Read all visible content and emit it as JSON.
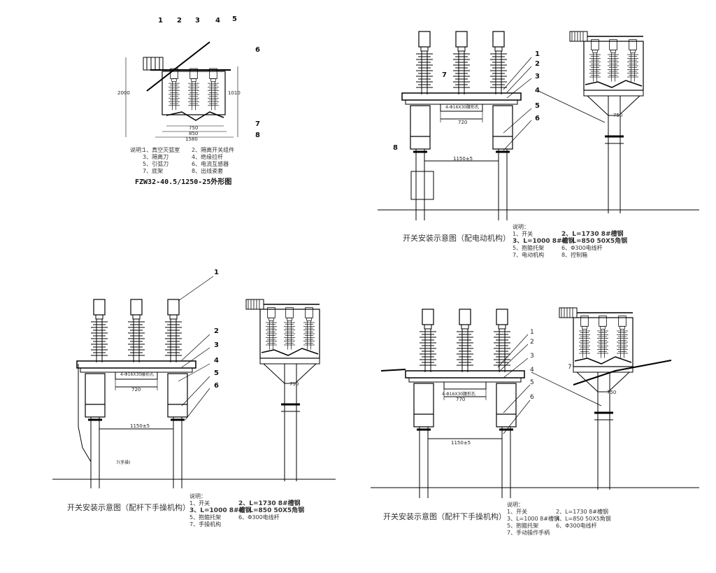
{
  "top_left": {
    "part_numbers": [
      "1",
      "2",
      "3",
      "4",
      "5",
      "6",
      "7",
      "8"
    ],
    "dims": [
      "750",
      "850",
      "1580",
      "1010",
      "2000"
    ],
    "legend_head": "说明：",
    "legend": [
      [
        "1、真空灭弧室",
        "2、隔离开关组件"
      ],
      [
        "3、隔离刀",
        "4、绝缘拉杆"
      ],
      [
        "5、引弧刀",
        "6、电流互感器"
      ],
      [
        "7、底架",
        "8、出线瓷套"
      ]
    ],
    "model": "FZW32-40.5/1250-25外形图"
  },
  "top_right": {
    "part_numbers": [
      "1",
      "2",
      "3",
      "4",
      "5",
      "6",
      "7",
      "8"
    ],
    "dims": [
      "4-Φ16X30腰形孔",
      "720",
      "1150±5",
      "750"
    ],
    "title": "开关安装示意图（配电动机构）",
    "legend_head": "说明：",
    "legend": [
      [
        "1、开关",
        "2、L=1730  8#槽钢"
      ],
      [
        "3、L=1000  8#槽钢",
        "4、L=850  50X5角钢"
      ],
      [
        "5、抱箍托架",
        "6、Φ300电线杆"
      ],
      [
        "7、电动机构",
        "8、控制箱"
      ]
    ]
  },
  "bottom_left": {
    "part_numbers": [
      "1",
      "2",
      "3",
      "4",
      "5",
      "6"
    ],
    "dims": [
      "4-Φ16X30腰形孔",
      "720",
      "1150±5",
      "750",
      "7(手操)"
    ],
    "title": "开关安装示意图（配杆下手操机构）",
    "legend_head": "说明：",
    "legend": [
      [
        "1、开关",
        "2、L=1730  8#槽钢"
      ],
      [
        "3、L=1000  8#槽钢",
        "4、L=850  50X5角钢"
      ],
      [
        "5、抱箍托架",
        "6、Φ300电线杆"
      ],
      [
        "7、手操机构",
        ""
      ]
    ]
  },
  "bottom_right": {
    "part_numbers": [
      "1",
      "2",
      "3",
      "4",
      "5",
      "6",
      "7"
    ],
    "dims": [
      "4-Φ16X30腰形孔",
      "770",
      "1150±5",
      "750"
    ],
    "title": "开关安装示意图（配杆下手操机构）",
    "legend_head": "说明：",
    "legend": [
      [
        "1、开关",
        "2、L=1730  8#槽钢"
      ],
      [
        "3、L=1000  8#槽钢",
        "4、L=850  50X5角钢"
      ],
      [
        "5、抱箍托架",
        "6、Φ300电线杆"
      ],
      [
        "7、手动操作手柄",
        ""
      ]
    ]
  }
}
